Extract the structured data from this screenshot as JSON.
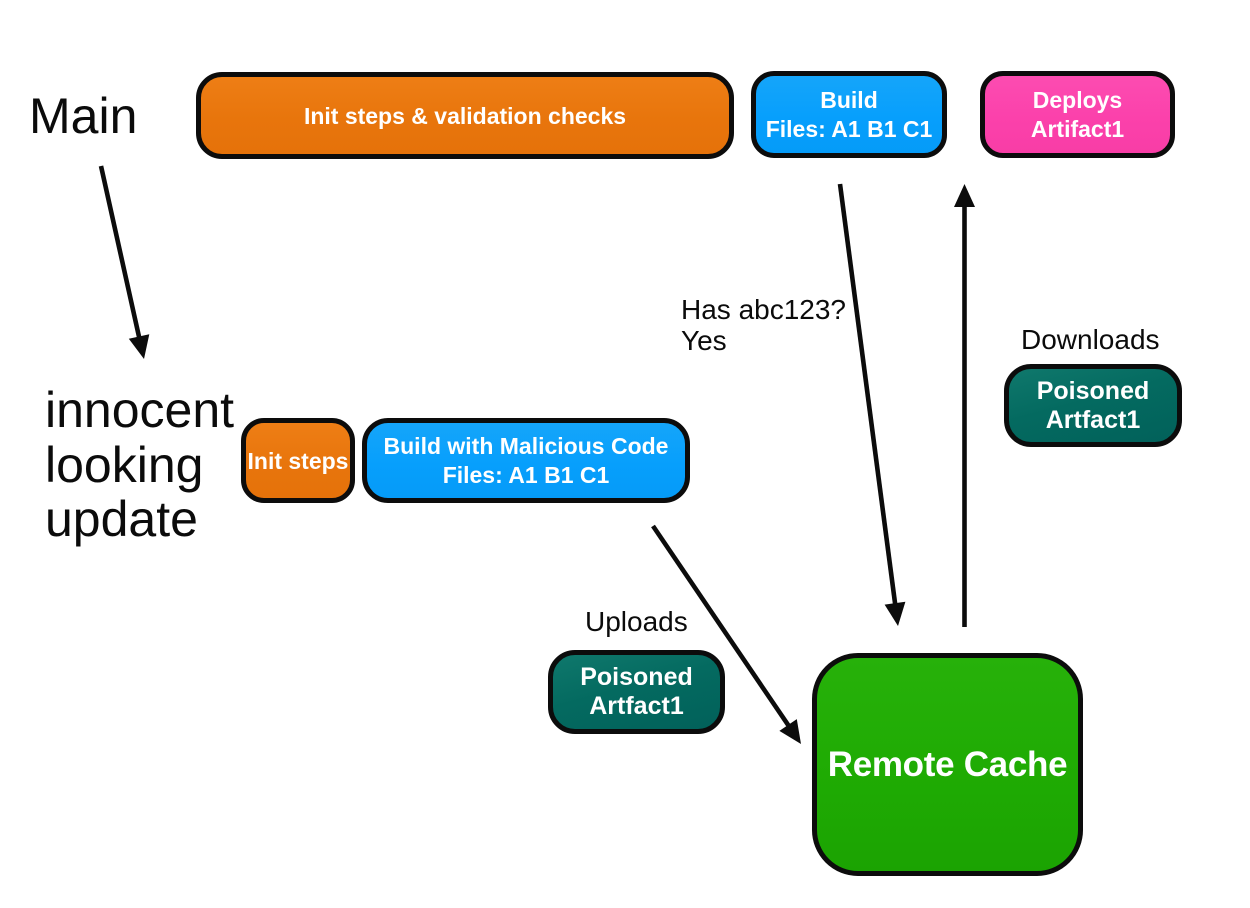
{
  "title": "Cache poisoning pipeline diagram",
  "colors": {
    "background": "#ffffff",
    "orange": "#e8750c",
    "blue": "#079ffc",
    "pink": "#fb41ab",
    "teal": "#056e63",
    "green": "#1fab03",
    "outline": "#0c0c0c",
    "node_text": "#ffffff",
    "annotation_text": "#0b0b0b"
  },
  "annotations": {
    "main": "Main",
    "innocent_update": "innocent\nlooking\nupdate",
    "has_abc": "Has abc123?\nYes",
    "downloads": "Downloads",
    "uploads": "Uploads"
  },
  "nodes": {
    "init_validation": {
      "label": "Init steps & validation checks",
      "color": "orange"
    },
    "build_main": {
      "label": "Build\nFiles: A1 B1 C1",
      "color": "blue"
    },
    "deploys": {
      "label": "Deploys\nArtifact1",
      "color": "pink"
    },
    "init_steps": {
      "label": "Init steps",
      "color": "orange"
    },
    "build_malicious": {
      "label": "Build with Malicious Code\nFiles: A1 B1 C1",
      "color": "blue"
    },
    "poisoned_download": {
      "label": "Poisoned\nArtfact1",
      "color": "teal"
    },
    "poisoned_upload": {
      "label": "Poisoned\nArtfact1",
      "color": "teal"
    },
    "remote_cache": {
      "label": "Remote Cache",
      "color": "green"
    }
  },
  "edges": [
    {
      "name": "main-to-innocent-update"
    },
    {
      "name": "build-main-to-remote-cache"
    },
    {
      "name": "remote-cache-to-deploys"
    },
    {
      "name": "build-malicious-to-remote-cache"
    }
  ]
}
